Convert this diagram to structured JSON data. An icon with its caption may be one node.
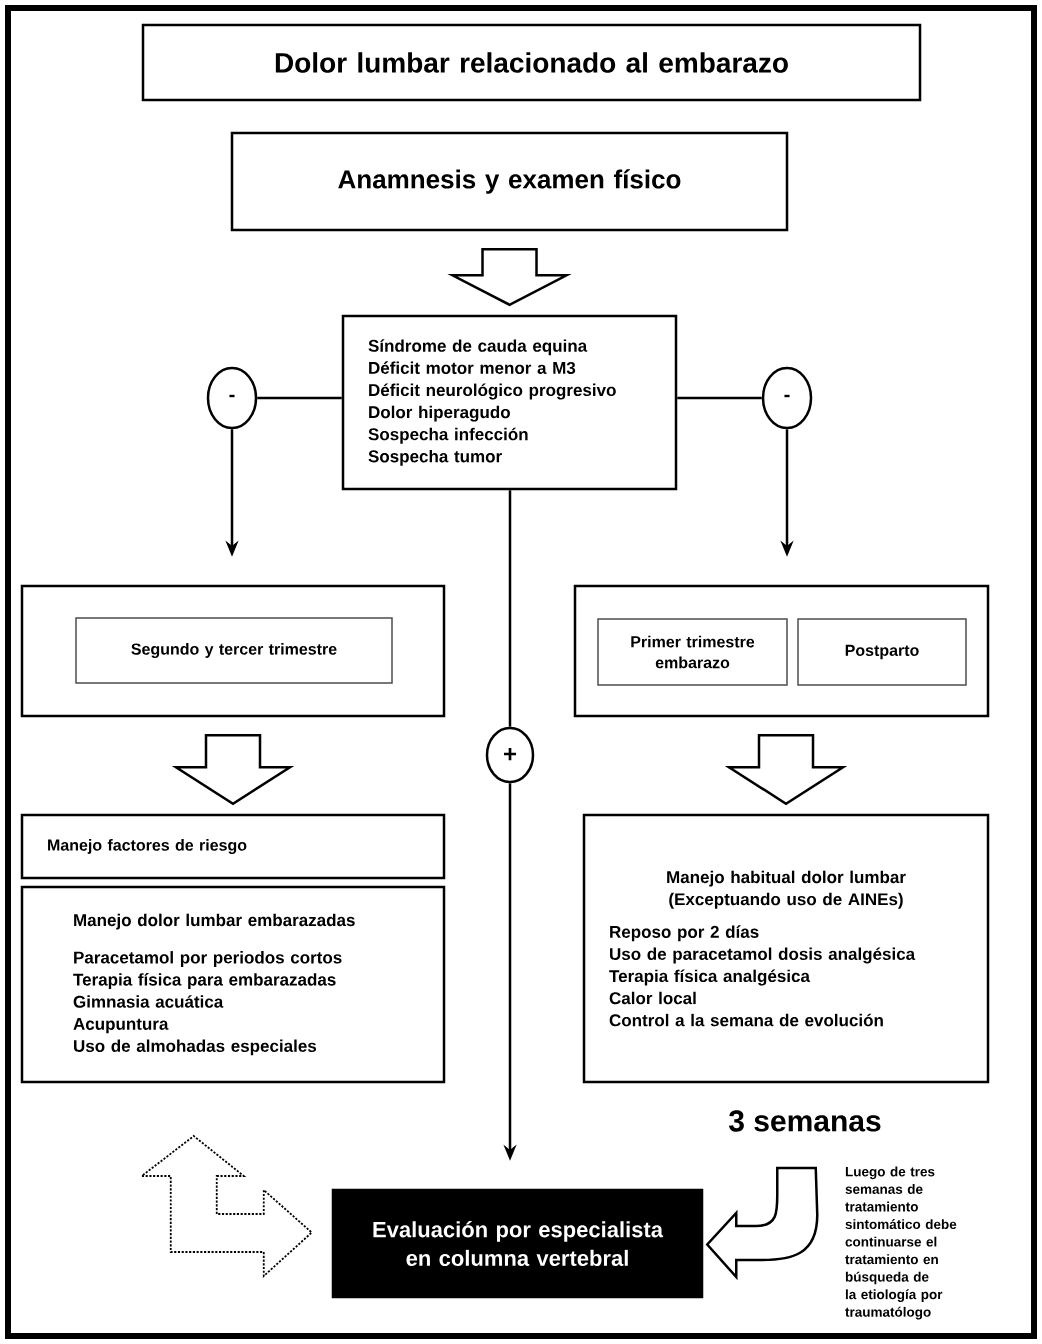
{
  "diagram": {
    "nodes": [
      {
        "text": [
          "Dolor lumbar relacionado al embarazo"
        ]
      },
      {
        "text": [
          "Anamnesis y examen físico"
        ]
      },
      {
        "text": [
          "Síndrome de cauda equina",
          "Déficit motor menor a M3",
          "Déficit neurológico progresivo",
          "Dolor hiperagudo",
          "Sospecha infección",
          "Sospecha tumor"
        ]
      },
      {
        "text": [
          "-"
        ]
      },
      {
        "text": [
          "-"
        ]
      },
      {
        "text": [],
        "shape": "box"
      },
      {
        "text": [
          "Segundo y tercer trimestre"
        ],
        "in": 5
      },
      {
        "text": [],
        "shape": "box"
      },
      {
        "text": [
          "Primer trimestre embarazo"
        ],
        "in": 7
      },
      {
        "text": [
          "Postparto"
        ],
        "in": 7
      },
      {
        "text": [
          "Manejo factores de riesgo"
        ]
      },
      {
        "text": [
          "Manejo dolor lumbar embarazadas",
          "Paracetamol por periodos cortos",
          "Terapia física para embarazadas",
          "Gimnasia acuática",
          "Acupuntura",
          "Uso de almohadas especiales"
        ]
      },
      {
        "text": [
          "Manejo habitual dolor lumbar (Exceptuando uso de AINEs)",
          "Reposo por 2 días",
          "Uso de paracetamol dosis analgésica",
          "Terapia física analgésica",
          "Calor local",
          "Control a la semana de evolución"
        ]
      },
      {
        "text": [
          "+"
        ]
      },
      {
        "text": [
          "Evaluación por especialista en columna vertebral"
        ]
      },
      {
        "text": [
          "Luego de tres semanas de tratamiento sintomático debe continuarse el tratamiento en búsqueda de la etiología por traumatólogo"
        ]
      }
    ],
    "edges": [
      {
        "from": 1,
        "to": 2,
        "arrow": "to",
        "style": "thick"
      },
      {
        "from": 2,
        "to": 3,
        "arrow": "none"
      },
      {
        "from": 3,
        "to": 5,
        "arrow": "to"
      },
      {
        "from": 2,
        "to": 4,
        "arrow": "none"
      },
      {
        "from": 4,
        "to": 7,
        "arrow": "to"
      },
      {
        "from": 2,
        "to": 13,
        "arrow": "none"
      },
      {
        "from": 13,
        "to": 14,
        "arrow": "to"
      },
      {
        "from": 5,
        "to": 10,
        "arrow": "to",
        "style": "thick"
      },
      {
        "from": 7,
        "to": 12,
        "arrow": "to",
        "style": "thick"
      },
      {
        "from": 15,
        "to": 14,
        "arrow": "to",
        "style": "thick"
      },
      {
        "from": null,
        "to": 14,
        "arrow": "both",
        "style": "dashed"
      }
    ],
    "labels": [
      "3 semanas"
    ]
  }
}
